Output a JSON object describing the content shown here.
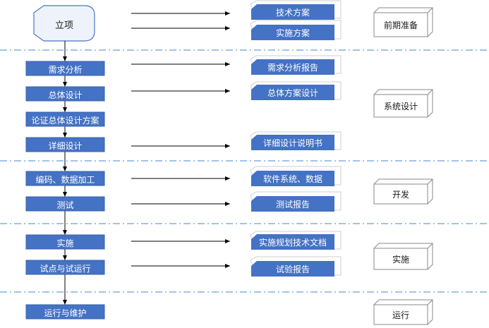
{
  "start": "立项",
  "process": [
    "需求分析",
    "总体设计",
    "论证总体设计方案",
    "详细设计",
    "编码、数据加工",
    "测试",
    "实施",
    "试点与试运行",
    "运行与维护"
  ],
  "outputs": [
    "技术方案",
    "实施方案",
    "需求分析报告",
    "总体方案设计",
    "详细设计说明书",
    "软件系统、数据",
    "测试报告",
    "实施规划技术文档",
    "试验报告"
  ],
  "phases": [
    "前期准备",
    "系统设计",
    "开发",
    "实施",
    "运行"
  ],
  "colors": {
    "fill": "#4472c4",
    "stroke": "#3a63ad",
    "start_fill": "#eef3fb",
    "dash": "#6a9fd6",
    "arrow": "#000000"
  }
}
